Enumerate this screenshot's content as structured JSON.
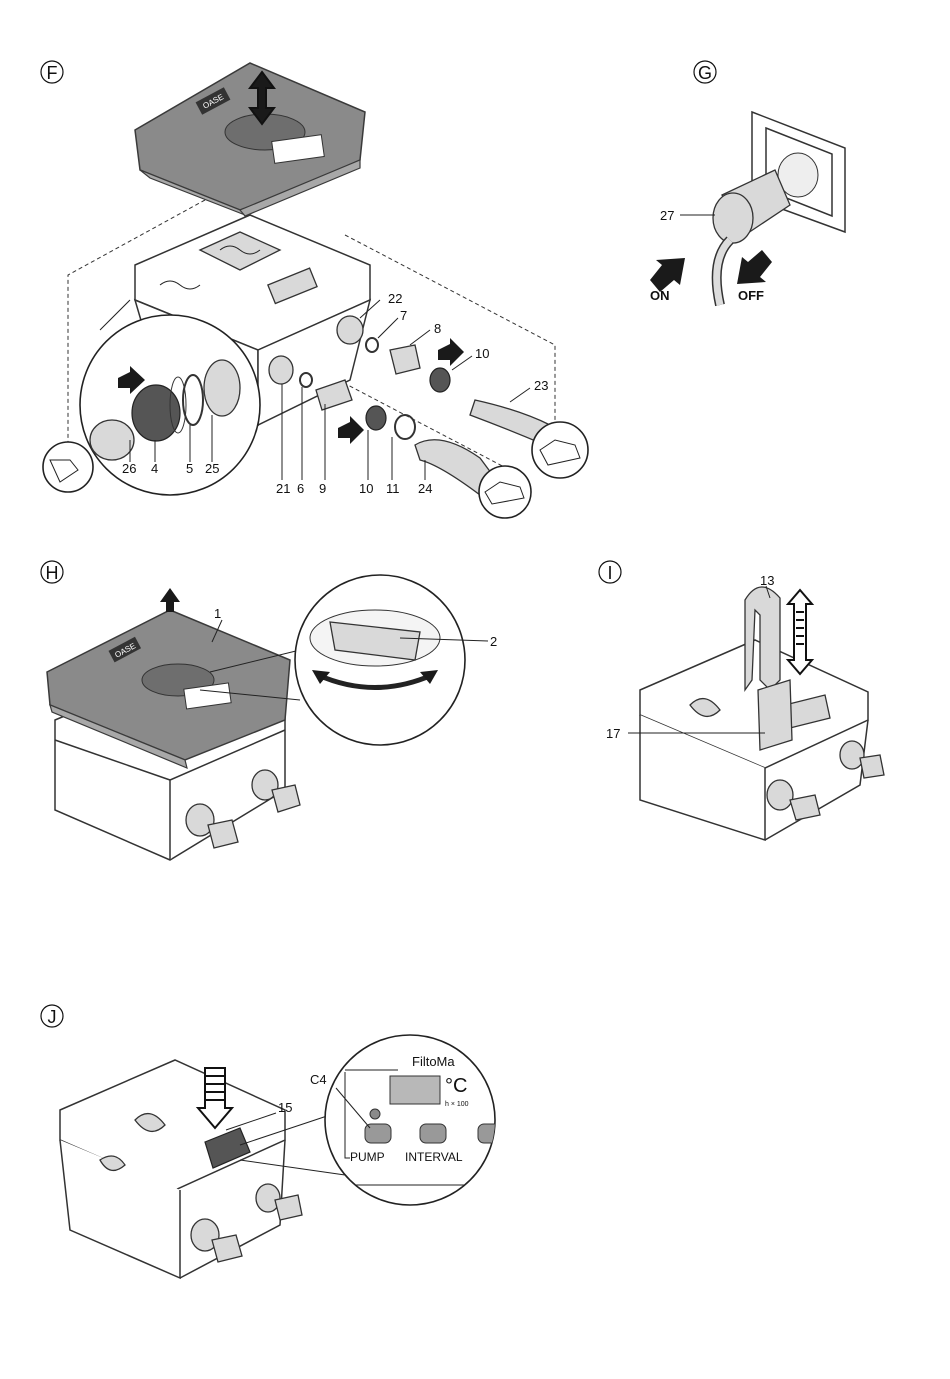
{
  "steps": {
    "F": "F",
    "G": "G",
    "H": "H",
    "I": "I",
    "J": "J"
  },
  "panel_f": {
    "lid_brand": "OASE",
    "labels": [
      "22",
      "7",
      "8",
      "10",
      "23",
      "26",
      "4",
      "5",
      "25",
      "21",
      "6",
      "9",
      "10",
      "11",
      "24"
    ]
  },
  "panel_g": {
    "label_27": "27",
    "on": "ON",
    "off": "OFF"
  },
  "panel_h": {
    "label_1": "1",
    "label_2": "2",
    "lid_brand": "OASE"
  },
  "panel_i": {
    "label_13": "13",
    "label_17": "17"
  },
  "panel_j": {
    "label_c4": "C4",
    "label_15": "15",
    "display_brand": "FiltoMa",
    "unit": "°C",
    "hours": "h × 100",
    "pump": "PUMP",
    "interval": "INTERVAL"
  }
}
